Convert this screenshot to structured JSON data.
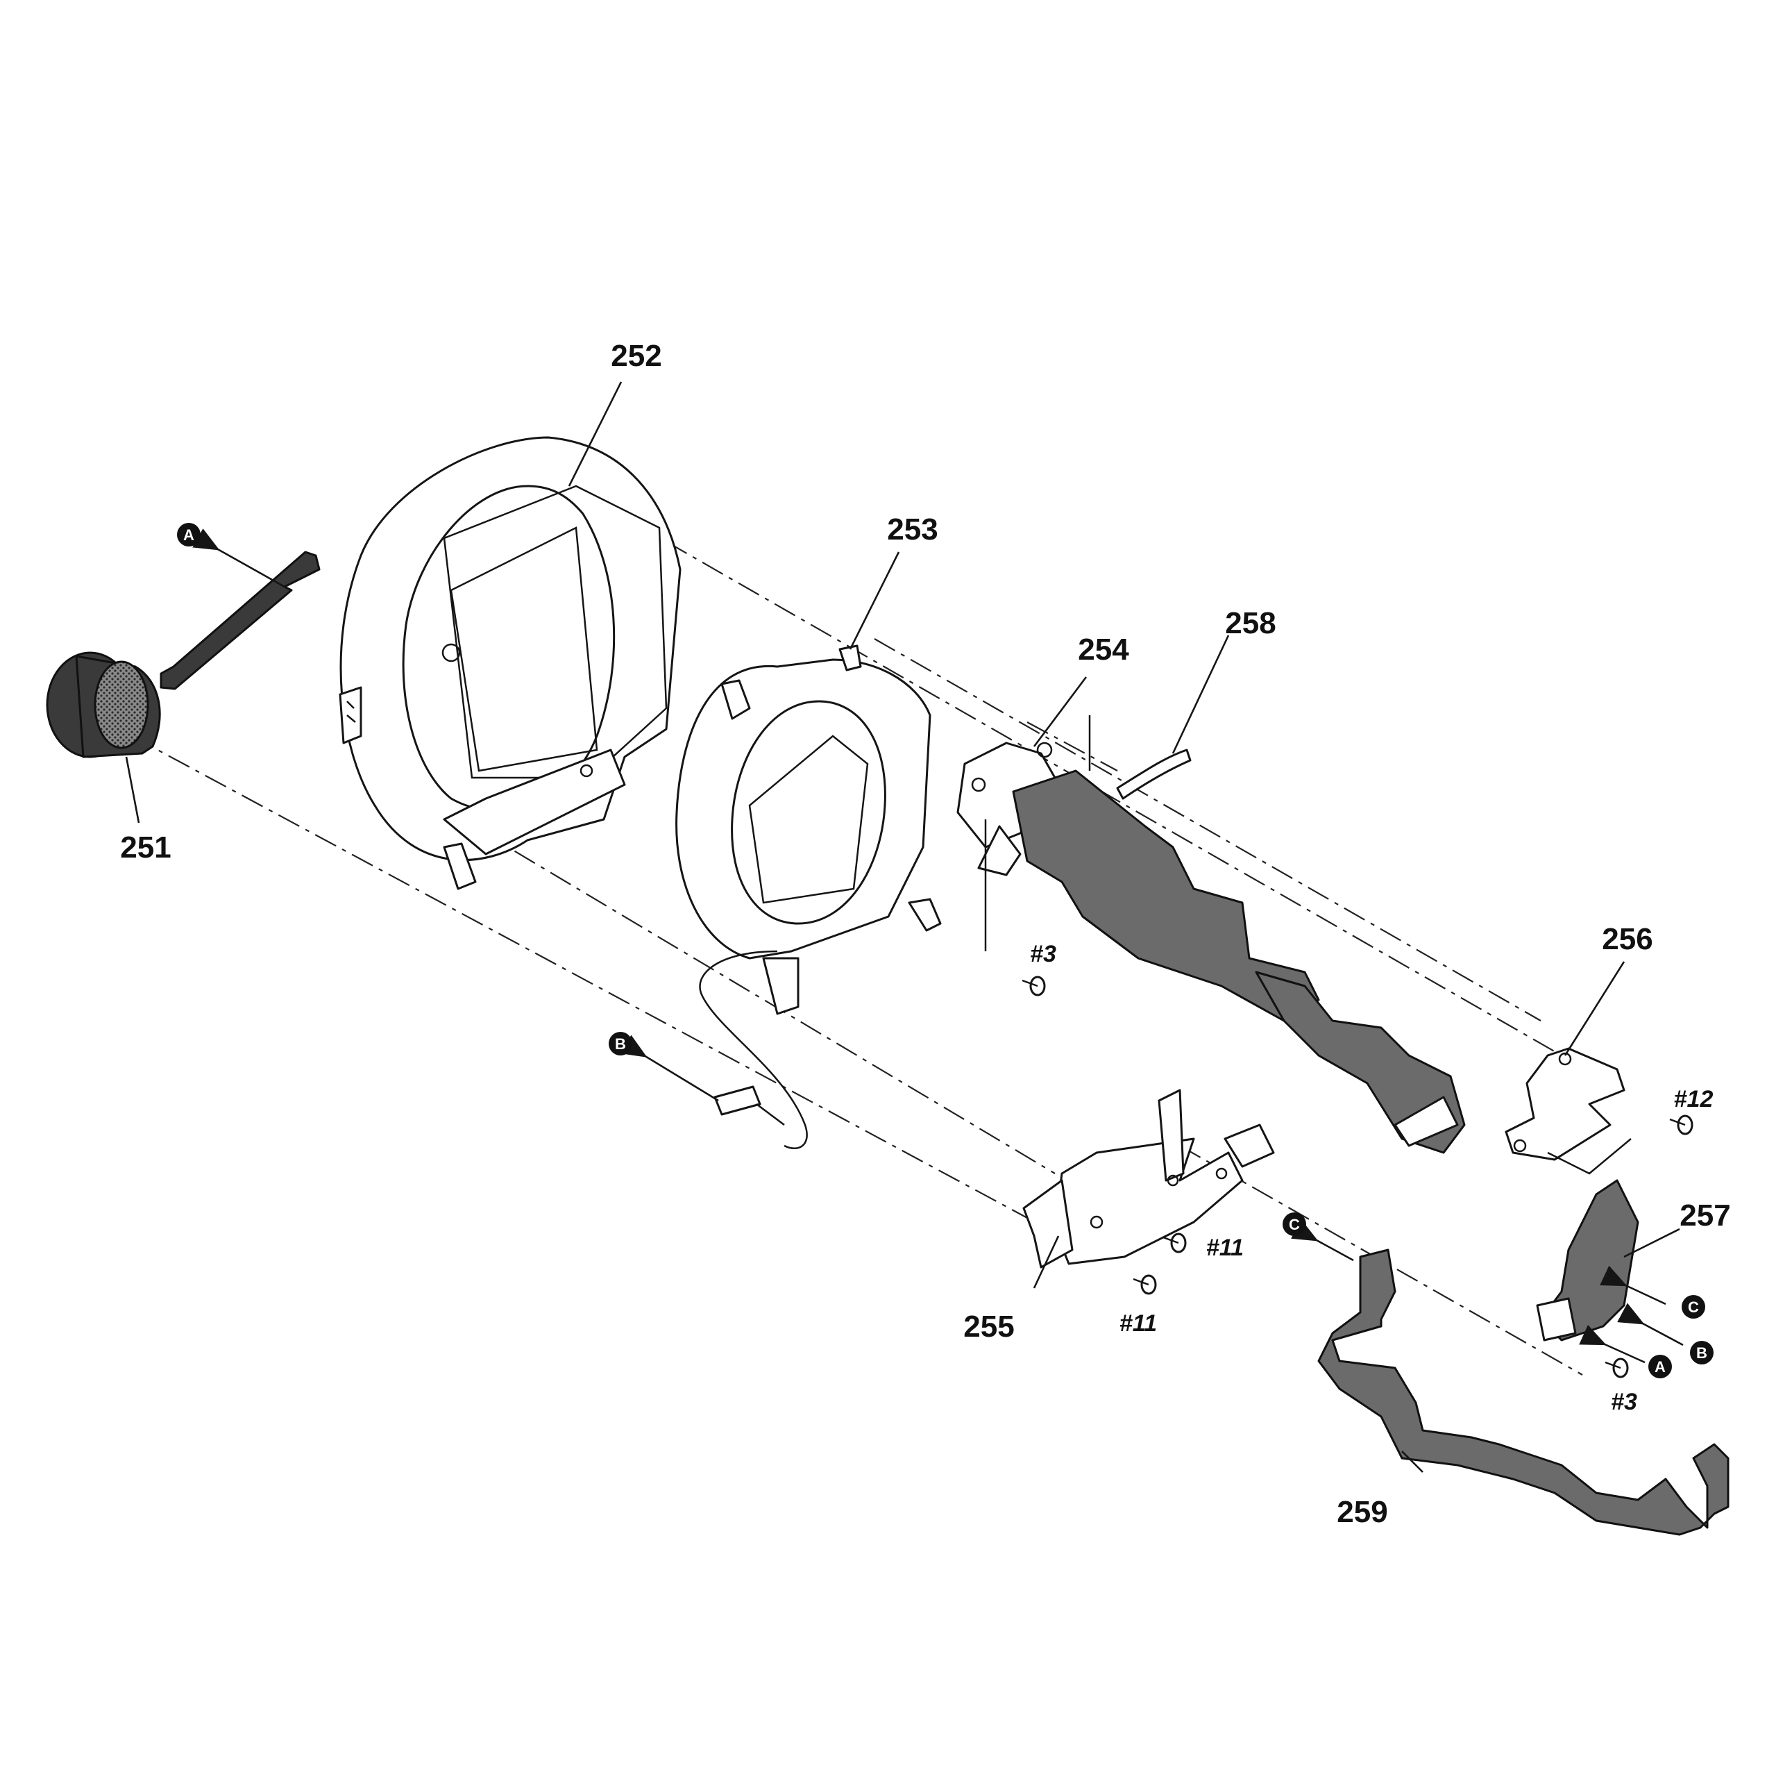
{
  "parts": {
    "p251": "251",
    "p252": "252",
    "p253": "253",
    "p254": "254",
    "p255": "255",
    "p256": "256",
    "p257": "257",
    "p258": "258",
    "p259": "259"
  },
  "screws": {
    "s3_upper": "#3",
    "s3_lower": "#3",
    "s11_upper": "#11",
    "s11_lower": "#11",
    "s12": "#12"
  },
  "markers": {
    "a": "A",
    "b": "B",
    "c": "C"
  },
  "icons": [
    "screw-icon",
    "connection-marker-icon",
    "arrow-icon"
  ],
  "colors": {
    "ink": "#151515",
    "background": "#ffffff",
    "shading": "#6b6b6b"
  }
}
